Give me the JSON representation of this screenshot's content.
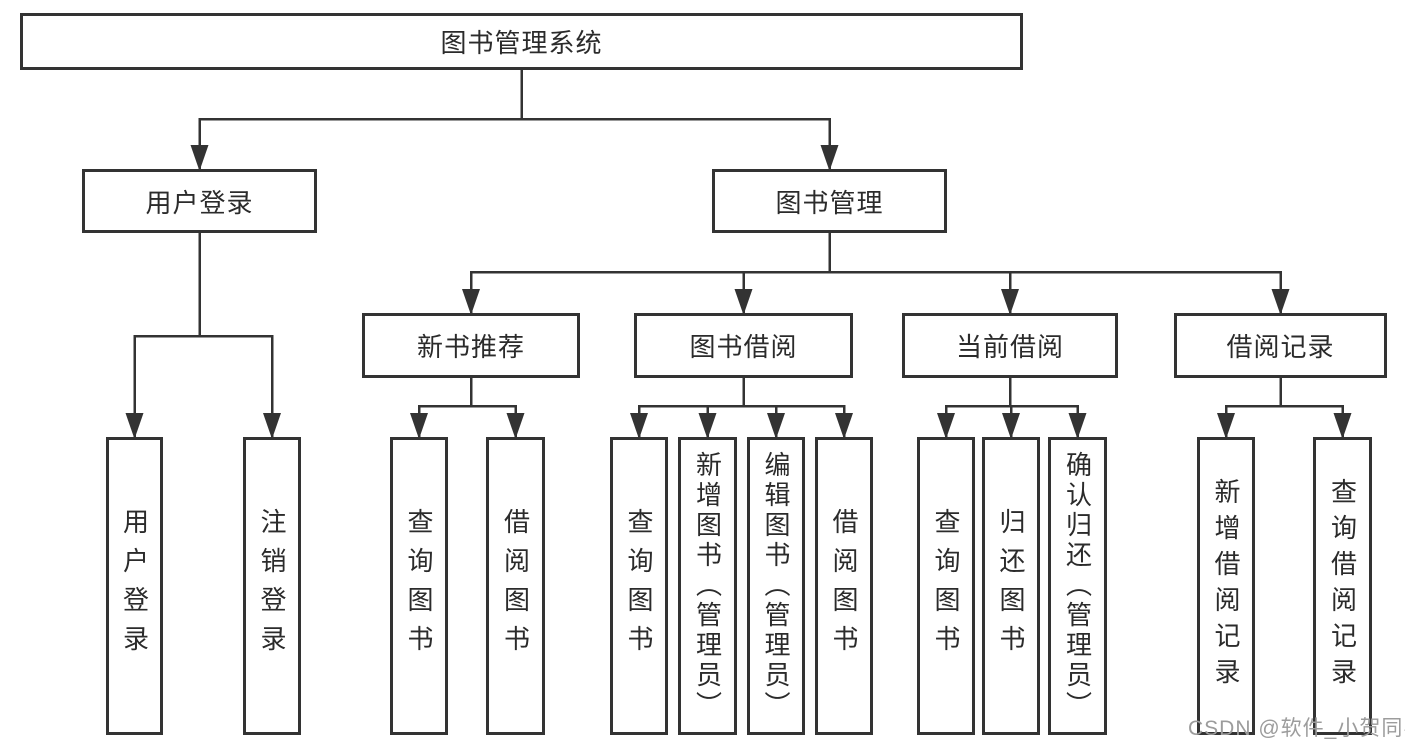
{
  "diagram": {
    "title": "图书管理系统",
    "watermark": "CSDN @软件_小贺同学",
    "colors": {
      "line": "#333333",
      "box_border": "#333333",
      "box_background": "#ffffff",
      "text": "#2b2b2b",
      "watermark_text": "#9c9c9c"
    },
    "nodes": [
      {
        "id": "root",
        "label": "图书管理系统",
        "level": 1,
        "parent": null
      },
      {
        "id": "user-login-group",
        "label": "用户登录",
        "level": 2,
        "parent": "root"
      },
      {
        "id": "book-mgmt",
        "label": "图书管理",
        "level": 2,
        "parent": "root"
      },
      {
        "id": "new-book-rec",
        "label": "新书推荐",
        "level": 3,
        "parent": "book-mgmt"
      },
      {
        "id": "book-borrow",
        "label": "图书借阅",
        "level": 3,
        "parent": "book-mgmt"
      },
      {
        "id": "current-borrow",
        "label": "当前借阅",
        "level": 3,
        "parent": "book-mgmt"
      },
      {
        "id": "borrow-records",
        "label": "借阅记录",
        "level": 3,
        "parent": "book-mgmt"
      },
      {
        "id": "leaf-user-login",
        "label": "用户登录",
        "level": 4,
        "parent": "user-login-group"
      },
      {
        "id": "leaf-logout",
        "label": "注销登录",
        "level": 4,
        "parent": "user-login-group"
      },
      {
        "id": "leaf-query-book-1",
        "label": "查询图书",
        "level": 4,
        "parent": "new-book-rec"
      },
      {
        "id": "leaf-borrow-book-1",
        "label": "借阅图书",
        "level": 4,
        "parent": "new-book-rec"
      },
      {
        "id": "leaf-query-book-2",
        "label": "查询图书",
        "level": 4,
        "parent": "book-borrow"
      },
      {
        "id": "leaf-add-book",
        "label": "新增图书（管理员）",
        "level": 4,
        "parent": "book-borrow"
      },
      {
        "id": "leaf-edit-book",
        "label": "编辑图书（管理员）",
        "level": 4,
        "parent": "book-borrow"
      },
      {
        "id": "leaf-borrow-book-2",
        "label": "借阅图书",
        "level": 4,
        "parent": "book-borrow"
      },
      {
        "id": "leaf-query-book-3",
        "label": "查询图书",
        "level": 4,
        "parent": "current-borrow"
      },
      {
        "id": "leaf-return-book",
        "label": "归还图书",
        "level": 4,
        "parent": "current-borrow"
      },
      {
        "id": "leaf-confirm-return",
        "label": "确认归还（管理员）",
        "level": 4,
        "parent": "current-borrow"
      },
      {
        "id": "leaf-add-record",
        "label": "新增借阅记录",
        "level": 4,
        "parent": "borrow-records"
      },
      {
        "id": "leaf-query-record",
        "label": "查询借阅记录",
        "level": 4,
        "parent": "borrow-records"
      }
    ]
  }
}
